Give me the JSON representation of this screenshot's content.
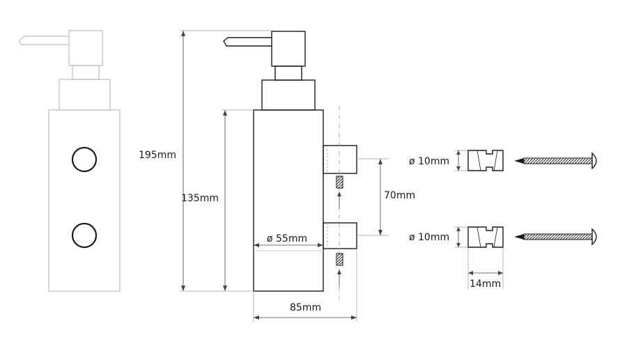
{
  "dimensions": {
    "total_height": "195mm",
    "body_height": "135mm",
    "hole_spacing": "70mm",
    "body_diameter": "ø 55mm",
    "depth": "85mm",
    "anchor_diameter_top": "ø 10mm",
    "anchor_diameter_bottom": "ø 10mm",
    "anchor_length": "14mm"
  }
}
